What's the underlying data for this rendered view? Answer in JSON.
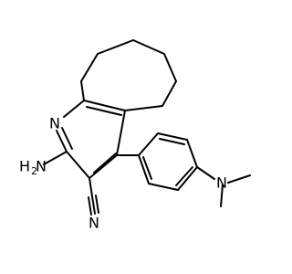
{
  "molecule": {
    "atoms": {
      "ring_nitrogen": "N",
      "amine_n": "N",
      "amine_h": "H",
      "amine_h_count": "2",
      "nitrile_n": "N",
      "dimethylamino_n": "N"
    },
    "colors": {
      "bond": "#000000",
      "nitrogen": "#0000ff",
      "background": "#ffffff"
    }
  }
}
